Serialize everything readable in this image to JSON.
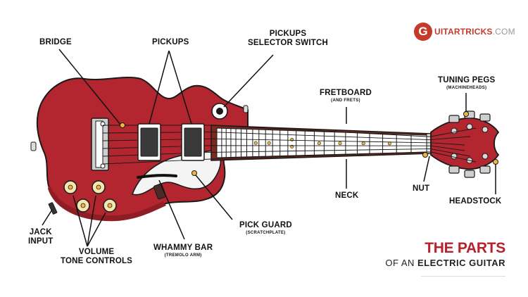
{
  "brand": {
    "logo_letter": "G",
    "logo_text_main": "UITARTRICKS",
    "logo_text_suffix": ".COM",
    "color": "#c43a2b"
  },
  "title": {
    "main": "THE PARTS",
    "sub_prefix": "OF AN",
    "sub_bold": "ELECTRIC GUITAR"
  },
  "labels": {
    "bridge": "BRIDGE",
    "pickups": "PICKUPS",
    "pickups_selector_line1": "PICKUPS",
    "pickups_selector_line2": "SELECTOR SWITCH",
    "fretboard": "FRETBOARD",
    "fretboard_sub": "(AND FRETS)",
    "tuning_pegs": "TUNING PEGS",
    "tuning_pegs_sub": "(MACHINEHEADS)",
    "neck": "NECK",
    "nut": "NUT",
    "headstock": "HEADSTOCK",
    "pick_guard": "PICK GUARD",
    "pick_guard_sub": "(SCRATCHPLATE)",
    "whammy_bar": "WHAMMY BAR",
    "whammy_bar_sub": "(TREMOLO ARM)",
    "jack_input_line1": "JACK",
    "jack_input_line2": "INPUT",
    "controls_line1": "VOLUME",
    "controls_line2": "TONE CONTROLS"
  },
  "colors": {
    "body": "#b3262f",
    "body_shade": "#8f1d25",
    "outline": "#1a1a1a",
    "neck": "#7a2a1f",
    "fretboard": "#ffffff",
    "marker": "#f2b640",
    "pickguard": "#f4f4f4",
    "hardware": "#cfcfcf"
  }
}
